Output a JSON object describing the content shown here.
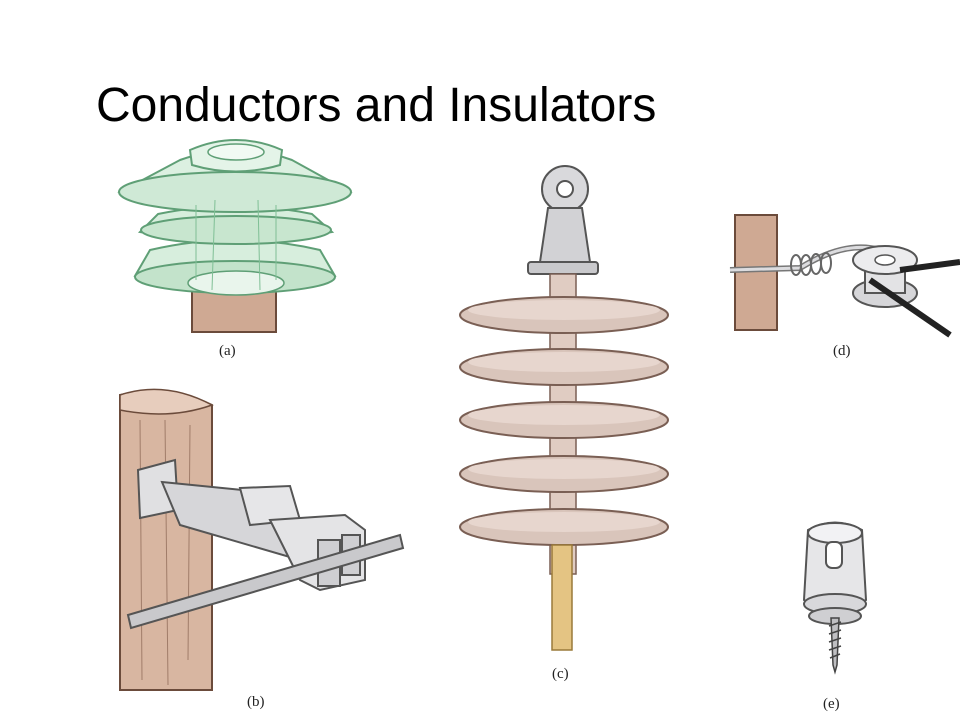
{
  "slide": {
    "title": "Conductors and Insulators"
  },
  "captions": {
    "a": "(a)",
    "b": "(b)",
    "c": "(c)",
    "d": "(d)",
    "e": "(e)"
  },
  "colors": {
    "glass_green": "#cfe9d6",
    "glass_edge": "#6fae84",
    "porcelain": "#d9c5bb",
    "porcelain_edge": "#7a5f54",
    "wood": "#cfa993",
    "metal_gray": "#c9c9cc",
    "rod": "#e4c483"
  }
}
